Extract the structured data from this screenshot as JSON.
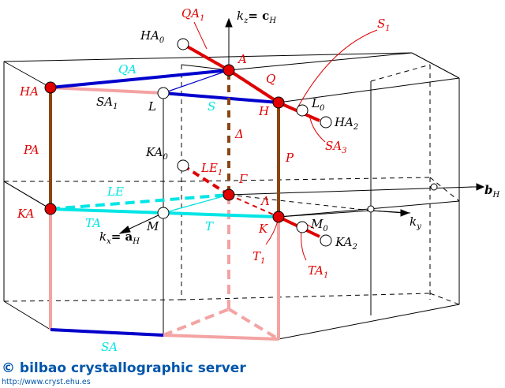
{
  "labels": {
    "QA1": "QA",
    "QA1_sub": "1",
    "kz": "k",
    "kz_sub": "z",
    "kz_eq": "= c",
    "kz_eq_sub": "H",
    "S1": "S",
    "S1_sub": "1",
    "HA0": "HA",
    "HA0_sub": "0",
    "A": "A",
    "QA": "QA",
    "Q": "Q",
    "HA": "HA",
    "SA1": "SA",
    "SA1_sub": "1",
    "L": "L",
    "S": "S",
    "H": "H",
    "L0": "L",
    "L0_sub": "0",
    "HA2": "HA",
    "HA2_sub": "2",
    "SA3": "SA",
    "SA3_sub": "3",
    "PA": "PA",
    "KA0": "KA",
    "KA0_sub": "0",
    "Delta": "Δ",
    "P": "P",
    "LE1": "LE",
    "LE1_sub": "1",
    "Gamma": "Γ",
    "LE": "LE",
    "Lambda": "Λ",
    "bH": "b",
    "bH_sub": "H",
    "KA": "KA",
    "TA": "TA",
    "M": "M",
    "T": "T",
    "K": "K",
    "M0": "M",
    "M0_sub": "0",
    "ky": "k",
    "ky_sub": "y",
    "kx": "k",
    "kx_sub": "x",
    "kx_eq": "= a",
    "kx_eq_sub": "H",
    "KA2": "KA",
    "KA2_sub": "2",
    "T1": "T",
    "T1_sub": "1",
    "TA1": "TA",
    "TA1_sub": "1",
    "SA": "SA"
  },
  "credit": {
    "title": "© bilbao crystallographic server",
    "url": "http://www.cryst.ehu.es"
  },
  "colors": {
    "red": "#e00000",
    "blue": "#0000cc",
    "brown": "#8b4513",
    "cyan": "#00e5e5",
    "pink": "#f4a3a3",
    "black": "#000000"
  }
}
